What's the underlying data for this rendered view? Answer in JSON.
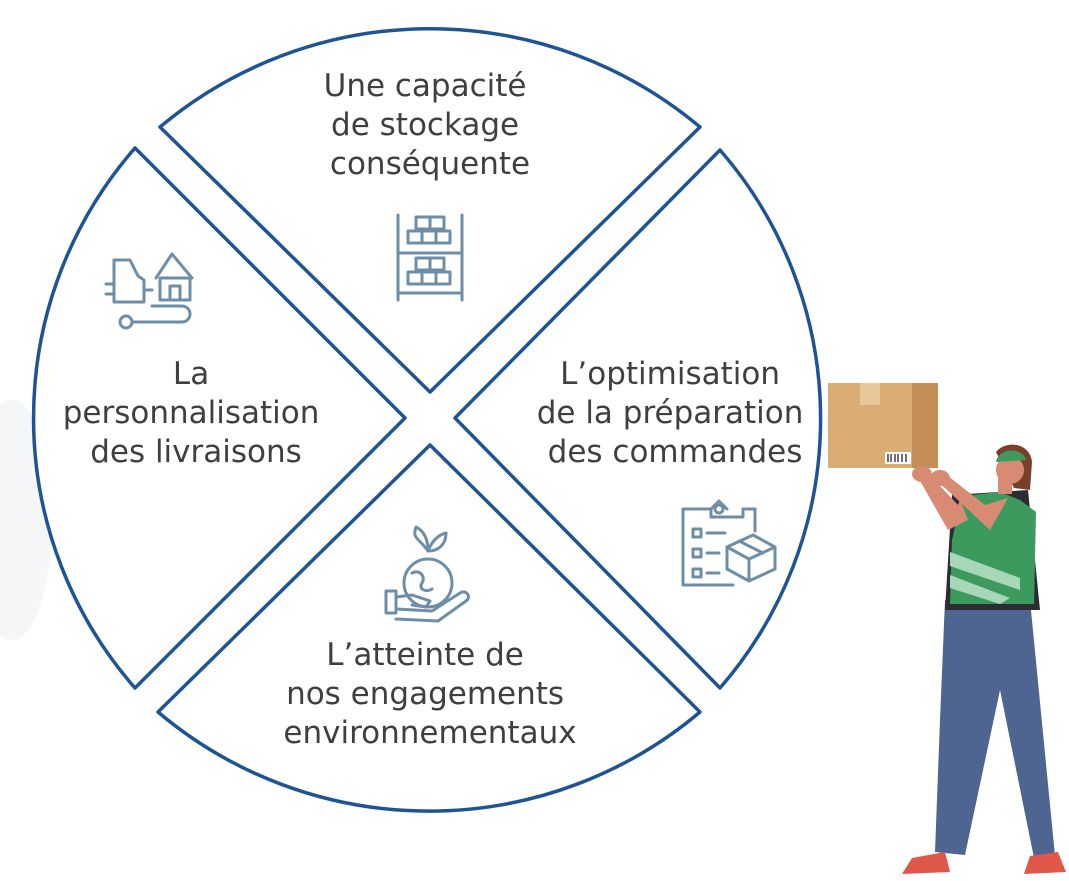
{
  "diagram": {
    "segments": [
      {
        "id": "top",
        "lines": [
          "Une capacité",
          "de stockage",
          "conséquente"
        ],
        "icon": "warehouse-shelf-icon"
      },
      {
        "id": "left",
        "lines": [
          "La",
          "personnalisation",
          "des livraisons"
        ],
        "icon": "delivery-truck-house-icon"
      },
      {
        "id": "right",
        "lines": [
          "L’optimisation",
          "de la préparation",
          "des commandes"
        ],
        "icon": "clipboard-box-icon"
      },
      {
        "id": "bottom",
        "lines": [
          "L’atteinte de",
          "nos engagements",
          "environnementaux"
        ],
        "icon": "hand-plant-globe-icon"
      }
    ],
    "colors": {
      "outline": "#1f5494",
      "icon": "#6e8ea8",
      "text": "#3f3f3f"
    }
  },
  "illustration": {
    "subject": "warehouse-worker-holding-box",
    "colors": {
      "box": "#d9ad74",
      "vest": "#3d9a5e",
      "pants": "#4d6590",
      "skin": "#d98a72",
      "shoes": "#e0584a"
    }
  }
}
